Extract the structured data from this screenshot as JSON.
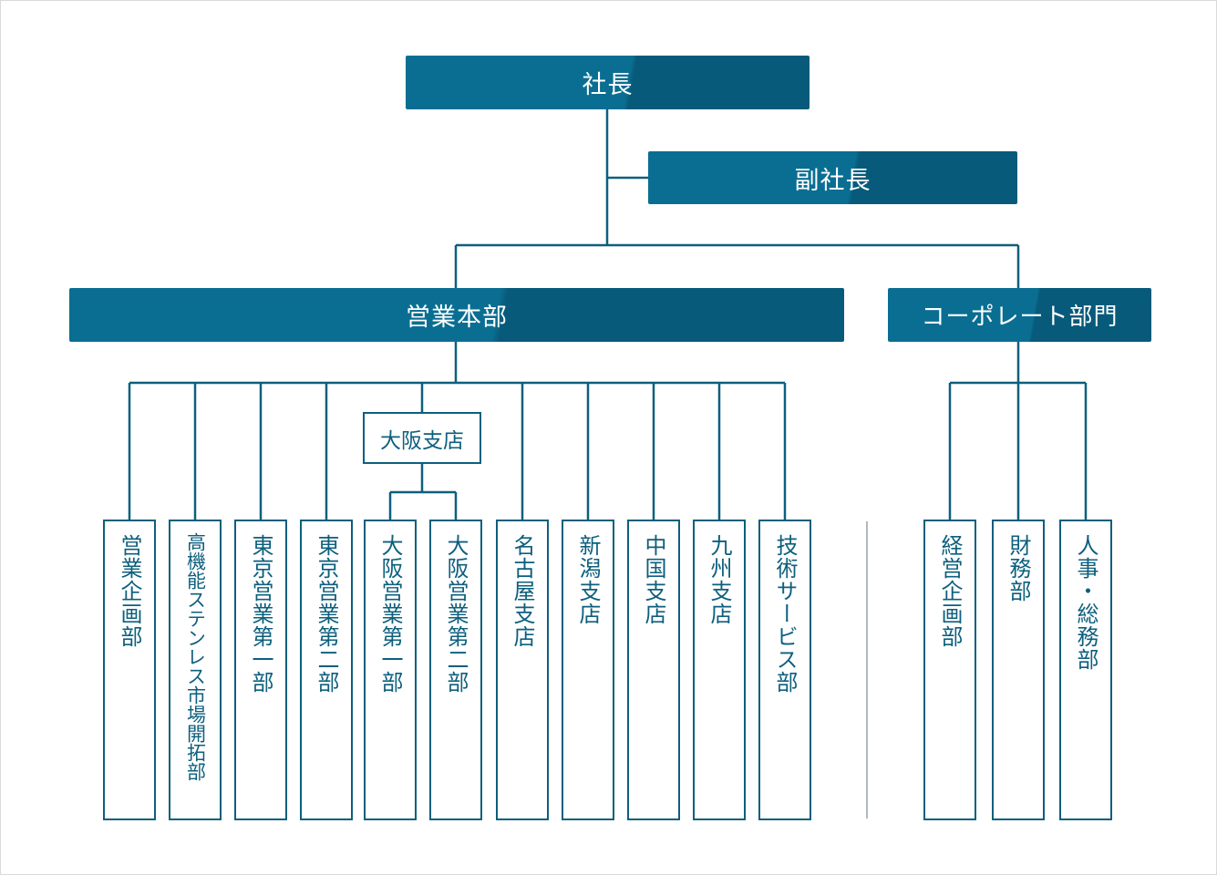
{
  "top": {
    "president": "社長",
    "vice_president": "副社長"
  },
  "divisions": {
    "sales_hq": "営業本部",
    "corporate": "コーポレート部門"
  },
  "branch": {
    "osaka": "大阪支店"
  },
  "sales_departments": [
    "営業企画部",
    "高機能ステンレス市場開拓部",
    "東京営業第一部",
    "東京営業第二部",
    "大阪営業第一部",
    "大阪営業第二部",
    "名古屋支店",
    "新潟支店",
    "中国支店",
    "九州支店",
    "技術サービス部"
  ],
  "corporate_departments": [
    "経営企画部",
    "財務部",
    "人事・総務部"
  ],
  "colors": {
    "box_fill": "#0a6e92",
    "box_fill_dark": "#075a7a",
    "line": "#0d5f7d",
    "text_light": "#ffffff"
  }
}
